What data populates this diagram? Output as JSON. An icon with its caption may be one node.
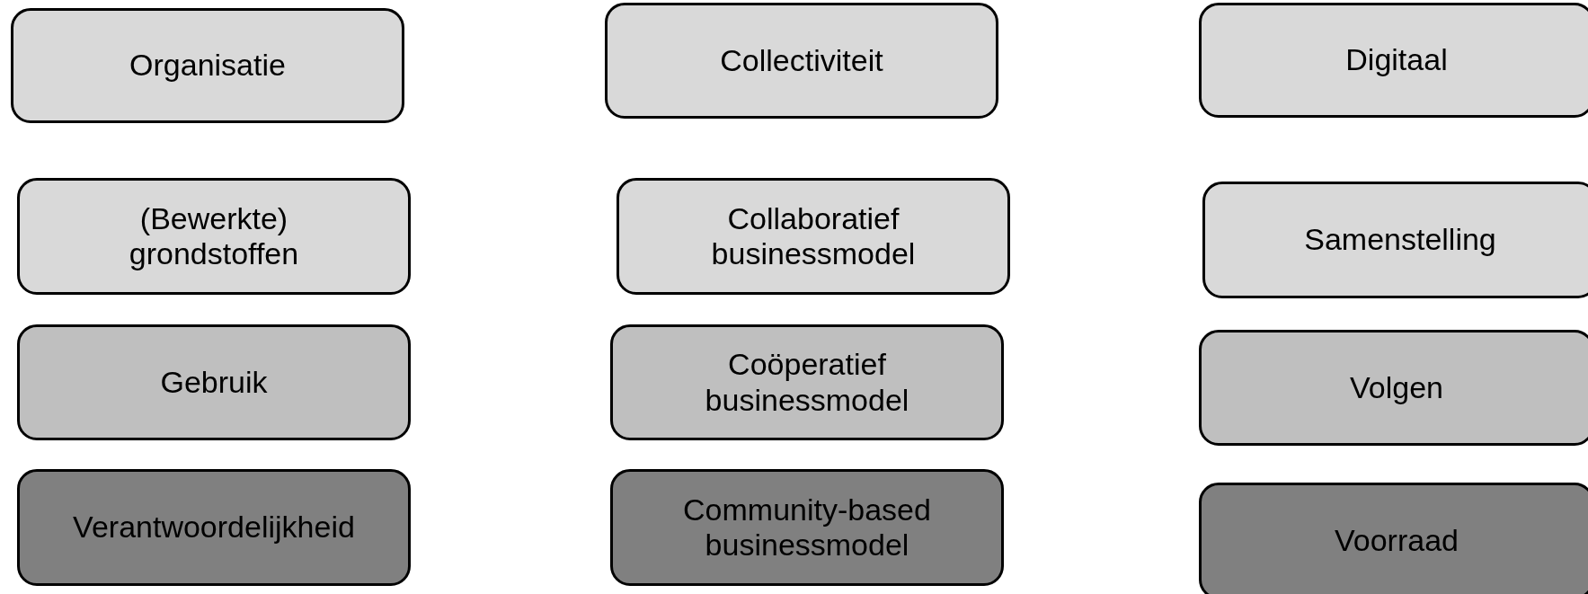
{
  "diagram": {
    "nodes": [
      {
        "text": [
          "Organisatie"
        ]
      },
      {
        "text": [
          "Collectiviteit"
        ]
      },
      {
        "text": [
          "Digitaal"
        ]
      },
      {
        "text": [
          "(Bewerkte) grondstoffen"
        ]
      },
      {
        "text": [
          "Collaboratief businessmodel"
        ]
      },
      {
        "text": [
          "Samenstelling"
        ]
      },
      {
        "text": [
          "Gebruik"
        ]
      },
      {
        "text": [
          "Coöperatief businessmodel"
        ]
      },
      {
        "text": [
          "Volgen"
        ]
      },
      {
        "text": [
          "Verantwoordelijkheid"
        ]
      },
      {
        "text": [
          "Community-based businessmodel"
        ]
      },
      {
        "text": [
          "Voorraad"
        ]
      }
    ],
    "edges": []
  }
}
